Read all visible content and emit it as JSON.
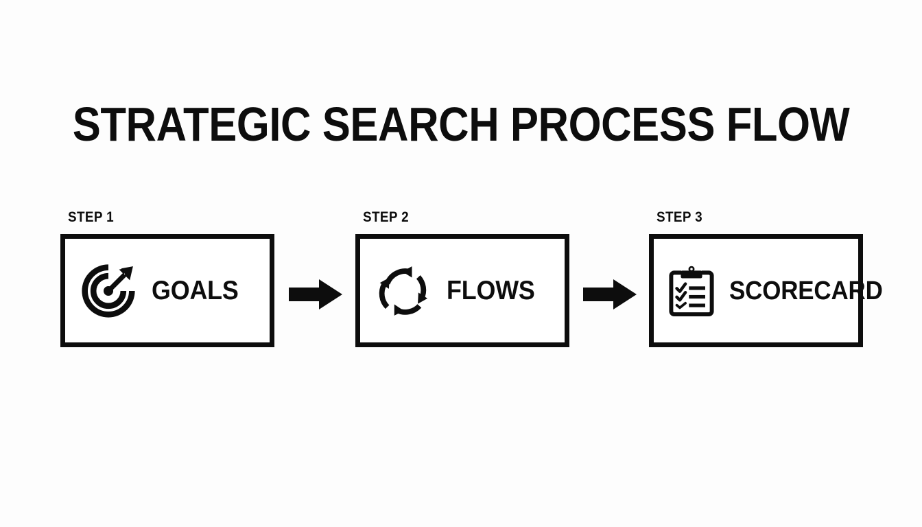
{
  "page": {
    "title": "STRATEGIC SEARCH PROCESS FLOW",
    "background_color": "#fdfdfd",
    "ink_color": "#0d0d0d"
  },
  "flow": {
    "steps": [
      {
        "step_label": "STEP 1",
        "name": "GOALS",
        "icon": "target-icon"
      },
      {
        "step_label": "STEP 2",
        "name": "FLOWS",
        "icon": "cycle-arrows-icon"
      },
      {
        "step_label": "STEP 3",
        "name": "SCORECARD",
        "icon": "clipboard-checklist-icon"
      }
    ],
    "connectors": [
      {
        "icon": "arrow-right-icon"
      },
      {
        "icon": "arrow-right-icon"
      }
    ]
  }
}
